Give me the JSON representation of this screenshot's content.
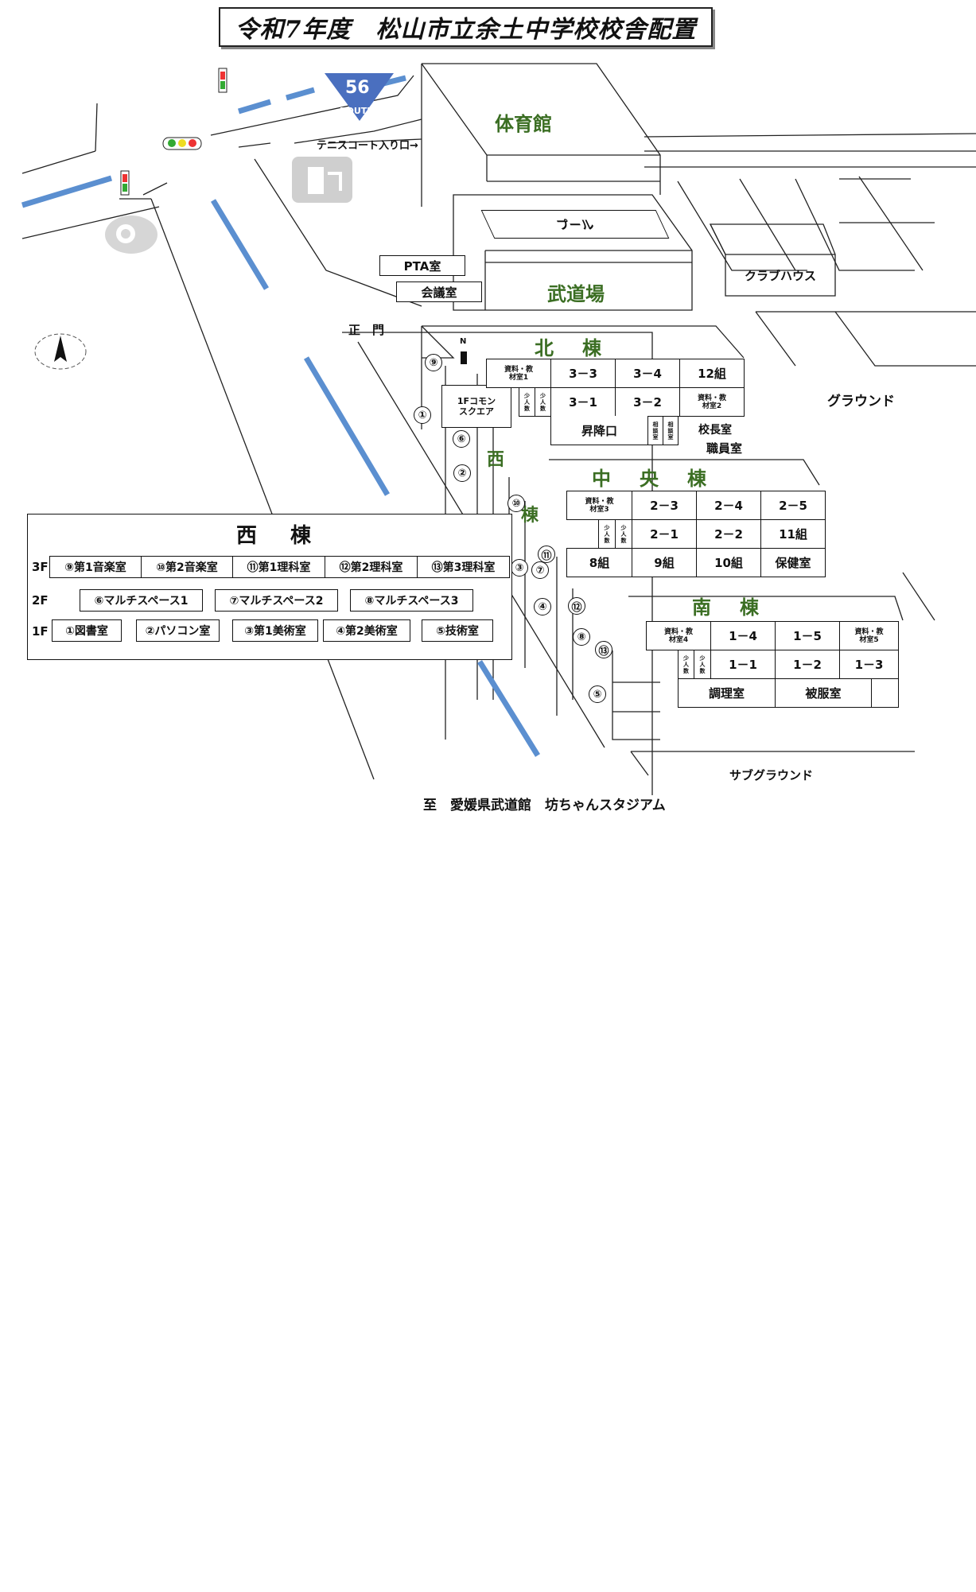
{
  "title": "令和7年度　松山市立余土中学校校舎配置",
  "route": {
    "number": "56",
    "word": "ROUTE"
  },
  "labels": {
    "tennis_entrance": "テニスコート入り口→",
    "gym": "体育館",
    "pool": "プール",
    "budojo": "武道場",
    "pta": "PTA室",
    "meeting": "会議室",
    "club_house": "クラブハウス",
    "main_gate": "正　門",
    "ground": "グラウンド",
    "sub_ground": "サブグラウンド",
    "destination": "至　愛媛県武道館　坊ちゃんスタジアム",
    "commons": "1Fコモン\nスクエア",
    "north_arrow": "N"
  },
  "north_building": {
    "name": "北　棟",
    "cells": {
      "shiryo1": "資料・教\n材室1",
      "c33": "3－3",
      "c34": "3－4",
      "c12": "12組",
      "shonin_a": "少\n人\n数",
      "shonin_b": "少\n人\n数",
      "c31": "3－1",
      "c32": "3－2",
      "shiryo2": "資料・教\n材室2",
      "shokoguchi": "昇降口",
      "sodan_a": "相\n談\n室",
      "sodan_b": "相\n談\n室",
      "kocho": "校長室",
      "shokuin": "職員室"
    }
  },
  "central_building": {
    "name": "中　央　棟",
    "cells": {
      "shiryo3": "資料・教\n材室3",
      "c23": "2－3",
      "c24": "2－4",
      "c25": "2－5",
      "shonin_a": "少\n人\n数",
      "shonin_b": "少\n人\n数",
      "c21": "2－1",
      "c22": "2－2",
      "c11": "11組",
      "c8": "8組",
      "c9": "9組",
      "c10": "10組",
      "hoken": "保健室"
    }
  },
  "south_building": {
    "name": "南　棟",
    "cells": {
      "shiryo4": "資料・教\n材室4",
      "c14": "1－4",
      "c15": "1－5",
      "shiryo5": "資料・教\n材室5",
      "shonin_a": "少\n人\n数",
      "shonin_b": "少\n人\n数",
      "c11": "1－1",
      "c12": "1－2",
      "c13": "1－3",
      "chori": "調理室",
      "hifuku": "被服室"
    }
  },
  "west_building": {
    "name": "西　棟",
    "side_label_a": "西",
    "side_label_b": "棟",
    "floors": [
      {
        "label": "3F",
        "rooms": [
          "⑨第1音楽室",
          "⑩第2音楽室",
          "⑪第1理科室",
          "⑫第2理科室",
          "⑬第3理科室"
        ]
      },
      {
        "label": "2F",
        "rooms": [
          "⑥マルチスペース1",
          "⑦マルチスペース2",
          "⑧マルチスペース3"
        ]
      },
      {
        "label": "1F",
        "rooms": [
          "①図書室",
          "②パソコン室",
          "③第1美術室",
          "④第2美術室",
          "⑤技術室"
        ]
      }
    ]
  },
  "map_markers": [
    "⑨",
    "①",
    "⑥",
    "②",
    "⑩",
    "⑪",
    "③",
    "⑦",
    "④",
    "⑫",
    "⑧",
    "⑬",
    "⑤"
  ],
  "colors": {
    "road_line": "#5b8fd0",
    "building_label": "#3b6e23",
    "route_shield": "#4a6fbf"
  }
}
